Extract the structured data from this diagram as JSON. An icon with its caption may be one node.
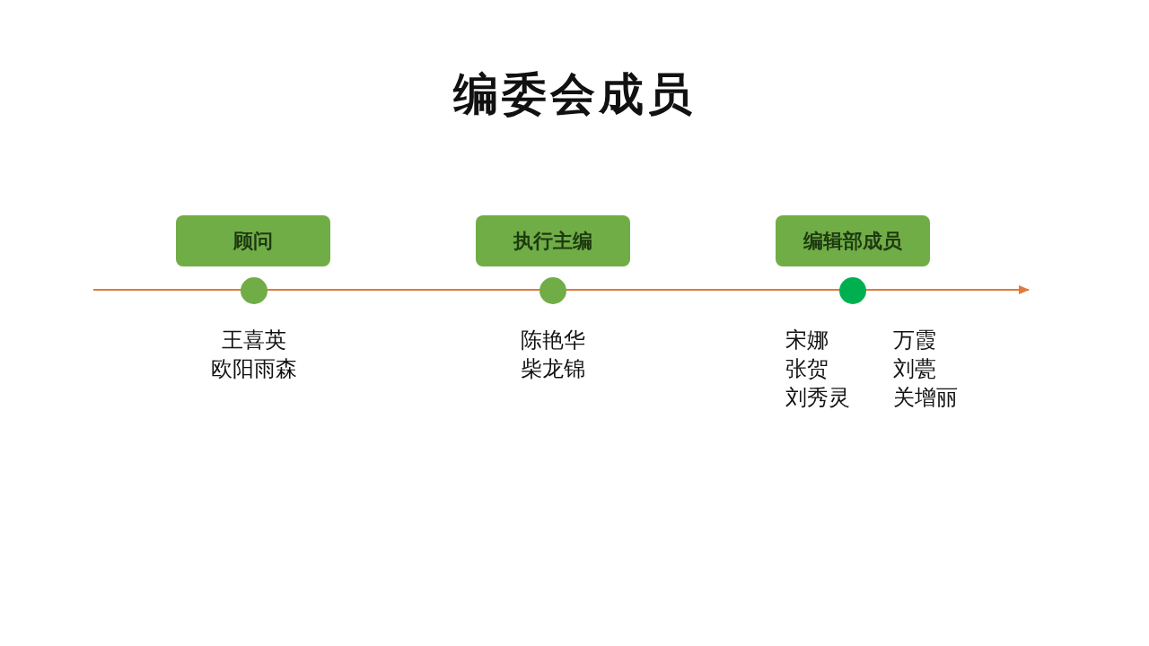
{
  "diagram": {
    "title": "编委会成员",
    "nodes": [
      {
        "text": [
          "顾问"
        ]
      },
      {
        "text": [
          "执行主编"
        ]
      },
      {
        "text": [
          "编辑部成员"
        ]
      },
      {
        "text": [],
        "shape": "circle",
        "beside": [
          "王喜英",
          "欧阳雨森"
        ]
      },
      {
        "text": [],
        "shape": "circle",
        "beside": [
          "陈艳华",
          "柴龙锦"
        ]
      },
      {
        "text": [],
        "shape": "circle",
        "beside": [
          "宋娜",
          "万霞",
          "张贺",
          "刘甍",
          "刘秀灵",
          "关增丽"
        ]
      }
    ]
  }
}
